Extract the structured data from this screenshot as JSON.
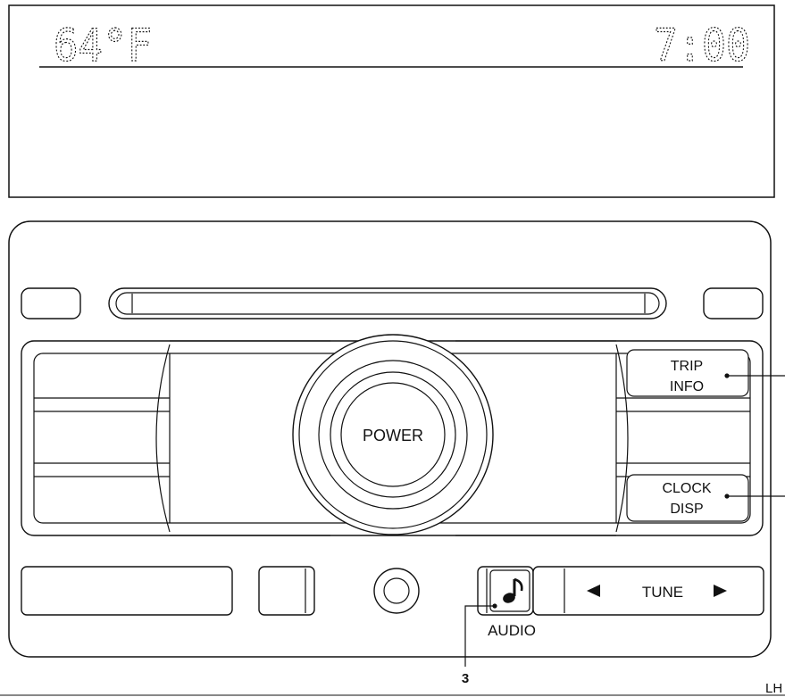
{
  "display": {
    "temperature": "64°F",
    "time": "7:00"
  },
  "buttons": {
    "power": "POWER",
    "trip_info": [
      "TRIP",
      "INFO"
    ],
    "clock_disp": [
      "CLOCK",
      "DISP"
    ],
    "audio": "AUDIO",
    "tune": "TUNE"
  },
  "callouts": {
    "audio_number": "3",
    "corner_code": "LH"
  },
  "icons": {
    "audio_button": "music-note-icon",
    "tune_left": "triangle-left-icon",
    "tune_right": "triangle-right-icon"
  }
}
